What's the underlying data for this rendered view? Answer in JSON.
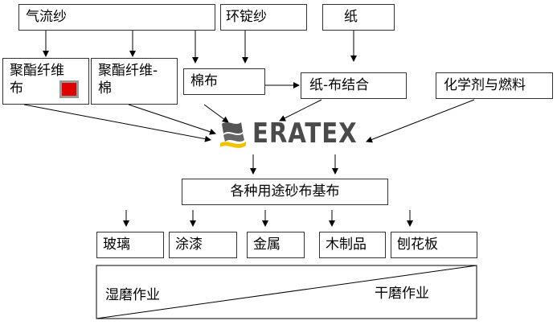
{
  "inputs_top": {
    "air_spun": "气流纱",
    "ring_spun": "环锭纱",
    "paper": "纸"
  },
  "inputs_mid": {
    "polyester_line1": "聚酯纤维",
    "polyester_line2": "布",
    "polyester_cotton_line1": "聚酯纤维-",
    "polyester_cotton_line2": "棉",
    "cotton": "棉布",
    "paper_cloth": "纸-布结合",
    "chemicals": "化学剂与燃料"
  },
  "logo": {
    "text": "ERATEX",
    "colors": {
      "text": "#4a4a4a",
      "wave_dark": "#555555",
      "wave_yellow": "#f2c100"
    }
  },
  "product": "各种用途砂布基布",
  "applications": [
    "玻璃",
    "涂漆",
    "金属",
    "木制品",
    "刨花板"
  ],
  "wedge": {
    "wet": "湿磨作业",
    "dry": "干磨作业"
  },
  "colors": {
    "swatch": "#e00000",
    "line": "#000000"
  }
}
